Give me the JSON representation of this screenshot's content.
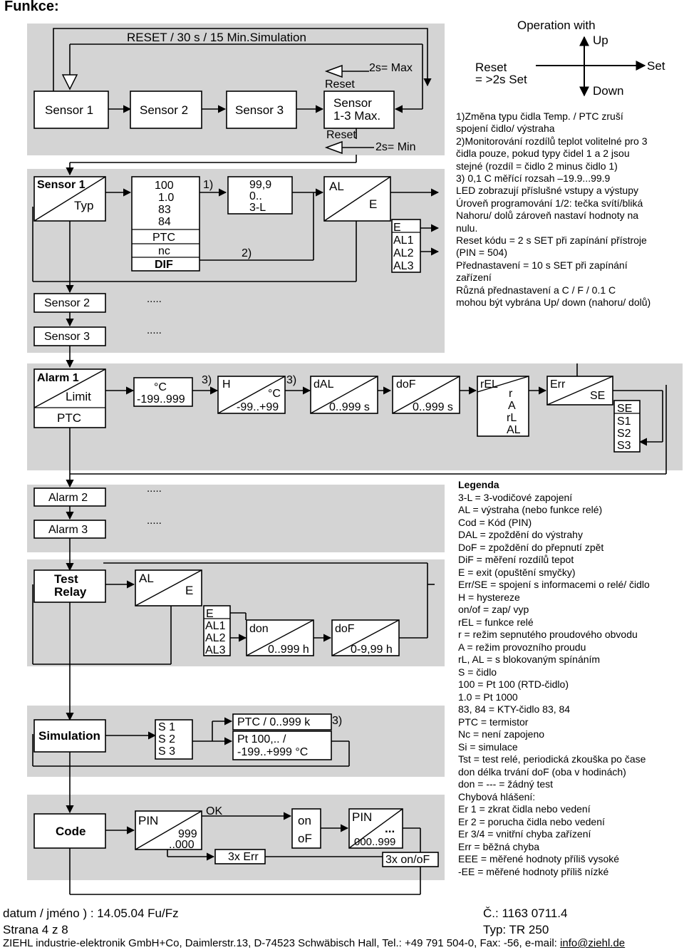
{
  "page_title": "Funkce:",
  "top": {
    "reset_bar": "RESET  /  30 s  /  15 Min.Simulation",
    "sensor1": "Sensor 1",
    "sensor2": "Sensor 2",
    "sensor3": "Sensor 3",
    "sensor_max_1": "Sensor",
    "sensor_max_2": "1-3 Max.",
    "max_label": "2s= Max",
    "min_label": "2s= Min",
    "reset_upper": "Reset",
    "reset_lower": "Reset"
  },
  "operation": {
    "title": "Operation with",
    "up": "Up",
    "down": "Down",
    "set": "Set",
    "reset1": "Reset",
    "reset2": "= >2s Set"
  },
  "typ_section": {
    "sensor1_title": "Sensor 1",
    "typ": "Typ",
    "types": [
      "100",
      "1.0",
      "83",
      "84"
    ],
    "type_ptc": "PTC",
    "type_nc": "nc",
    "type_dif": "DIF",
    "ranges": [
      "99,9",
      "0..",
      "3-L"
    ],
    "ref1": "1)",
    "ref2": "2)",
    "al": "AL",
    "e": "E",
    "sub_e": "E",
    "sub_al": [
      "AL1",
      "AL2",
      "AL3"
    ],
    "sensor2": "Sensor 2",
    "sensor3": "Sensor 3",
    "dots": "....."
  },
  "alarm_section": {
    "alarm1": "Alarm 1",
    "limit": "Limit",
    "ptc": "PTC",
    "unit_c": "°C",
    "unit_range": "-199..999",
    "ref3": "3)",
    "h": "H",
    "h_unit": "°C",
    "h_range": "-99..+99",
    "dal": "dAL",
    "dal_range": "0..999 s",
    "dof": "doF",
    "dof_range": "0..999 s",
    "rel": "rEL",
    "rel_opts": [
      "r",
      "A",
      "rL",
      "AL"
    ],
    "err": "Err",
    "se": "SE",
    "se_opts": [
      "SE",
      "S1",
      "S2",
      "S3"
    ]
  },
  "lower": {
    "alarm2": "Alarm 2",
    "alarm3": "Alarm 3",
    "dots": ".....",
    "test_relay_1": "Test",
    "test_relay_2": "Relay",
    "al": "AL",
    "e": "E",
    "sub_e": "E",
    "sub_al": [
      "AL1",
      "AL2",
      "AL3"
    ],
    "don": "don",
    "don_range": "0..999 h",
    "dof": "doF",
    "dof_range": "0-9,99 h",
    "simulation": "Simulation",
    "sim_opts": [
      "S 1",
      "S 2",
      "S 3"
    ],
    "sim_ptc": "PTC / 0..999 k",
    "sim_pt1": "Pt 100,.. /",
    "sim_pt2": "-199..+999 °C",
    "ref3": "3)",
    "code": "Code",
    "pin": "PIN",
    "pin_range1": "999",
    "pin_range2": "..000",
    "ok": "OK",
    "err3": "3x Err",
    "on": "on",
    "of": "oF",
    "pin2": "PIN",
    "pin2_dots": "...",
    "pin2_range": "000..999",
    "onof3": "3x on/oF"
  },
  "notes": [
    "1)Změna typu čidla Temp. / PTC zruší",
    "spojení čidlo/ výstraha",
    "2)Monitorování rozdílů teplot volitelné pro  3",
    "čidla pouze, pokud typy čidel  1 a 2 jsou",
    "stejné (rozdíl = čidlo 2 minus čidlo 1)",
    "3) 0,1  C měřící rozsah –19.9...99.9",
    "LED zobrazují příslušné vstupy a výstupy",
    "Úroveň programování 1/2: tečka svítí/bliká",
    "Nahoru/ dolů zároveň nastaví hodnoty na",
    "nulu.",
    "Reset kódu = 2 s SET při zapínání přístroje",
    "(PIN = 504)",
    "Přednastavení = 10 s SET při zapínání",
    "zařízení",
    "Různá přednastavení a  C /  F / 0.1  C",
    "mohou být vybrána Up/ down (nahoru/ dolů)"
  ],
  "legend_title": "Legenda",
  "legend": [
    "3-L = 3-vodičové zapojení",
    "AL = výstraha (nebo funkce relé)",
    "Cod = Kód (PIN)",
    "DAL = zpoždění do výstrahy",
    "DoF = zpoždění do přepnutí zpět",
    "DiF = měření rozdílů tepot",
    "E = exit (opuštění smyčky)",
    "Err/SE = spojení s informacemi o relé/ čidlo",
    "H = hystereze",
    "on/of = zap/ vyp",
    "rEL = funkce relé",
    "r = režim sepnutého proudového obvodu",
    "A = režim provozního proudu",
    "rL, AL = s blokovaným spínáním",
    "S = čidlo",
    "100 = Pt 100 (RTD-čidlo)",
    "1.0 = Pt 1000",
    "83, 84 = KTY-čidlo 83, 84",
    "PTC = termistor",
    "Nc = není zapojeno",
    "Si = simulace",
    "Tst = test relé, periodická zkouška po čase",
    "don délka trvání doF (oba v hodinách)",
    "don = --- = žádný test",
    "Chybová hlášení:",
    "Er 1 = zkrat čidla nebo vedení",
    "Er 2 = porucha čidla nebo vedení",
    "Er 3/4 = vnitřní chyba zařízení",
    "Err = běžná chyba",
    "EEE = měřené hodnoty příliš vysoké",
    "-EE = měřené hodnoty příliš nízké"
  ],
  "footer": {
    "date": "datum / jméno ) : 14.05.04 Fu/Fz",
    "doc_no": "Č.: 1163 0711.4",
    "page": "Strana 4 z 8",
    "type": "Typ: TR 250",
    "company": "ZIEHL industrie-elektronik GmbH+Co, Daimlerstr.13, D-74523 Schwäbisch Hall, Tel.: +49 791 504-0, Fax: -56, e-mail: ",
    "email": "info@ziehl.de"
  }
}
